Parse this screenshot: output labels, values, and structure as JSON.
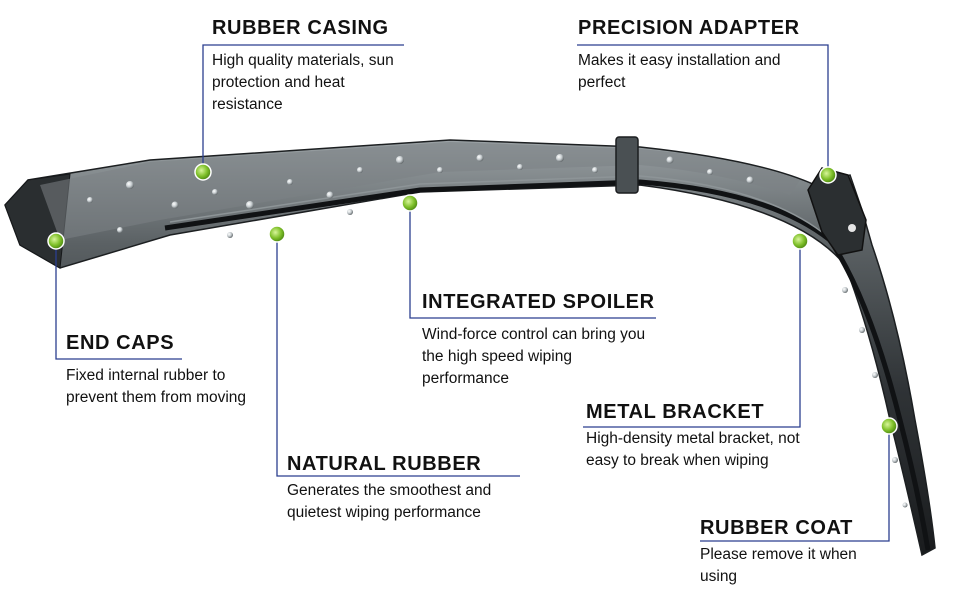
{
  "callouts": {
    "rubber_casing": {
      "title": "RUBBER CASING",
      "desc": "High quality materials, sun protection and heat resistance"
    },
    "precision_adapter": {
      "title": "PRECISION ADAPTER",
      "desc": "Makes it easy installation and perfect"
    },
    "integrated_spoiler": {
      "title": "INTEGRATED SPOILER",
      "desc": "Wind-force control can bring you the high speed wiping performance"
    },
    "end_caps": {
      "title": "END CAPS",
      "desc": "Fixed internal rubber to prevent them from moving"
    },
    "metal_bracket": {
      "title": "METAL BRACKET",
      "desc": "High-density metal bracket, not easy to break when wiping"
    },
    "natural_rubber": {
      "title": "NATURAL RUBBER",
      "desc": "Generates the smoothest and quietest wiping performance"
    },
    "rubber_coat": {
      "title": "RUBBER COAT",
      "desc": "Please remove it when using"
    }
  },
  "colors": {
    "leader_line": "#2b3f8f",
    "marker": "#7fc02a",
    "blade": "#3c4144"
  }
}
